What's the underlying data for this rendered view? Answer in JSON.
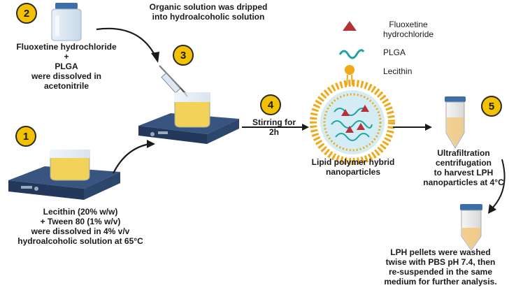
{
  "steps": {
    "step1": {
      "badge": "1",
      "text": "Lecithin (20% w/w)\n+ Tween 80 (1% w/v)\nwere dissolved in 4% v/v\nhydroalcoholic solution at 65°C"
    },
    "step2": {
      "badge": "2",
      "text": "Fluoxetine hydrochloride\n+\nPLGA\nwere dissolved in\nacetonitrile"
    },
    "step3": {
      "badge": "3",
      "text": "Organic solution was dripped\ninto hydroalcoholic solution"
    },
    "step4": {
      "badge": "4",
      "text": "Stirring for\n2h"
    },
    "step5": {
      "badge": "5",
      "text": "Ultrafiltration\ncentrifugation\nto harvest LPH\nnanoparticles at 4°C"
    }
  },
  "nanoparticle_label": "Lipid polymer hybrid\nnanoparticles",
  "final_text": "LPH pellets were washed\ntwise with PBS pH 7.4, then\nre-suspended in the same\nmedium for further analysis.",
  "legend": [
    {
      "label": "Fluoxetine\nhydrochloride",
      "icon": "triangle-icon"
    },
    {
      "label": "PLGA",
      "icon": "polymer-chain-icon"
    },
    {
      "label": "Lecithin",
      "icon": "lipid-icon"
    }
  ],
  "colors": {
    "badge": "#f2c200",
    "drug": "#b5323a",
    "plga": "#1fa3a0",
    "lecithin": "#f0a818",
    "stirrer": "#2c4a78",
    "solution": "#f3d25a"
  }
}
